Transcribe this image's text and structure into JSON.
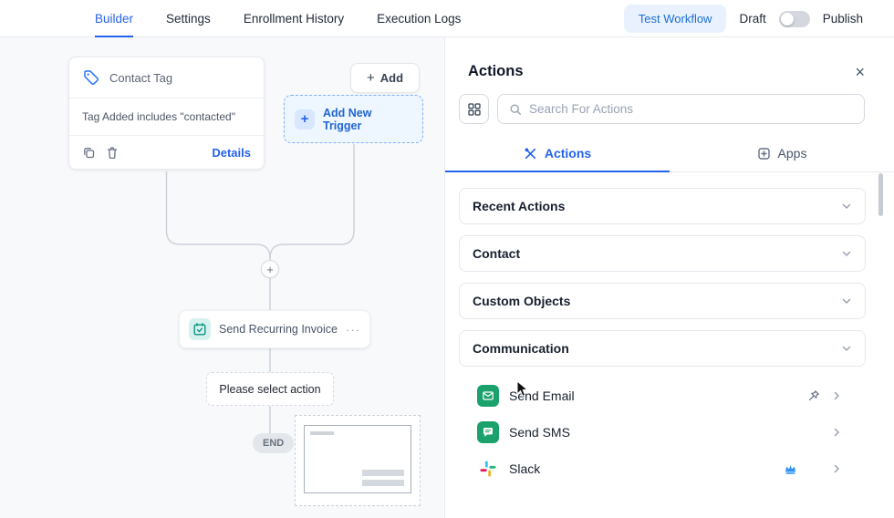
{
  "colors": {
    "accent_blue": "#2563eb",
    "test_workflow_bg": "#e8f1fd",
    "green_icon_bg": "#1ba16b",
    "teal_icon": "#0e9384",
    "canvas_bg": "#f8f9fb",
    "add_trigger_border": "#7fb0f9"
  },
  "icons": {
    "plus": "+",
    "close": "×",
    "more": "···"
  },
  "header": {
    "tabs": [
      {
        "label": "Builder"
      },
      {
        "label": "Settings"
      },
      {
        "label": "Enrollment History"
      },
      {
        "label": "Execution Logs"
      }
    ],
    "test_workflow": "Test Workflow",
    "draft": "Draft",
    "publish": "Publish"
  },
  "canvas": {
    "trigger": {
      "title": "Contact Tag",
      "condition": "Tag Added includes \"contacted\"",
      "details": "Details"
    },
    "add_button": "Add",
    "add_new_trigger": "Add New Trigger",
    "action_node": {
      "title": "Send Recurring Invoice"
    },
    "placeholder_node": "Please select action",
    "end_label": "END"
  },
  "panel": {
    "title": "Actions",
    "search_placeholder": "Search For Actions",
    "tabs": {
      "actions": "Actions",
      "apps": "Apps"
    },
    "sections": [
      {
        "label": "Recent Actions"
      },
      {
        "label": "Contact"
      },
      {
        "label": "Custom Objects"
      },
      {
        "label": "Communication"
      }
    ],
    "items": [
      {
        "label": "Send Email"
      },
      {
        "label": "Send SMS"
      },
      {
        "label": "Slack"
      }
    ]
  }
}
